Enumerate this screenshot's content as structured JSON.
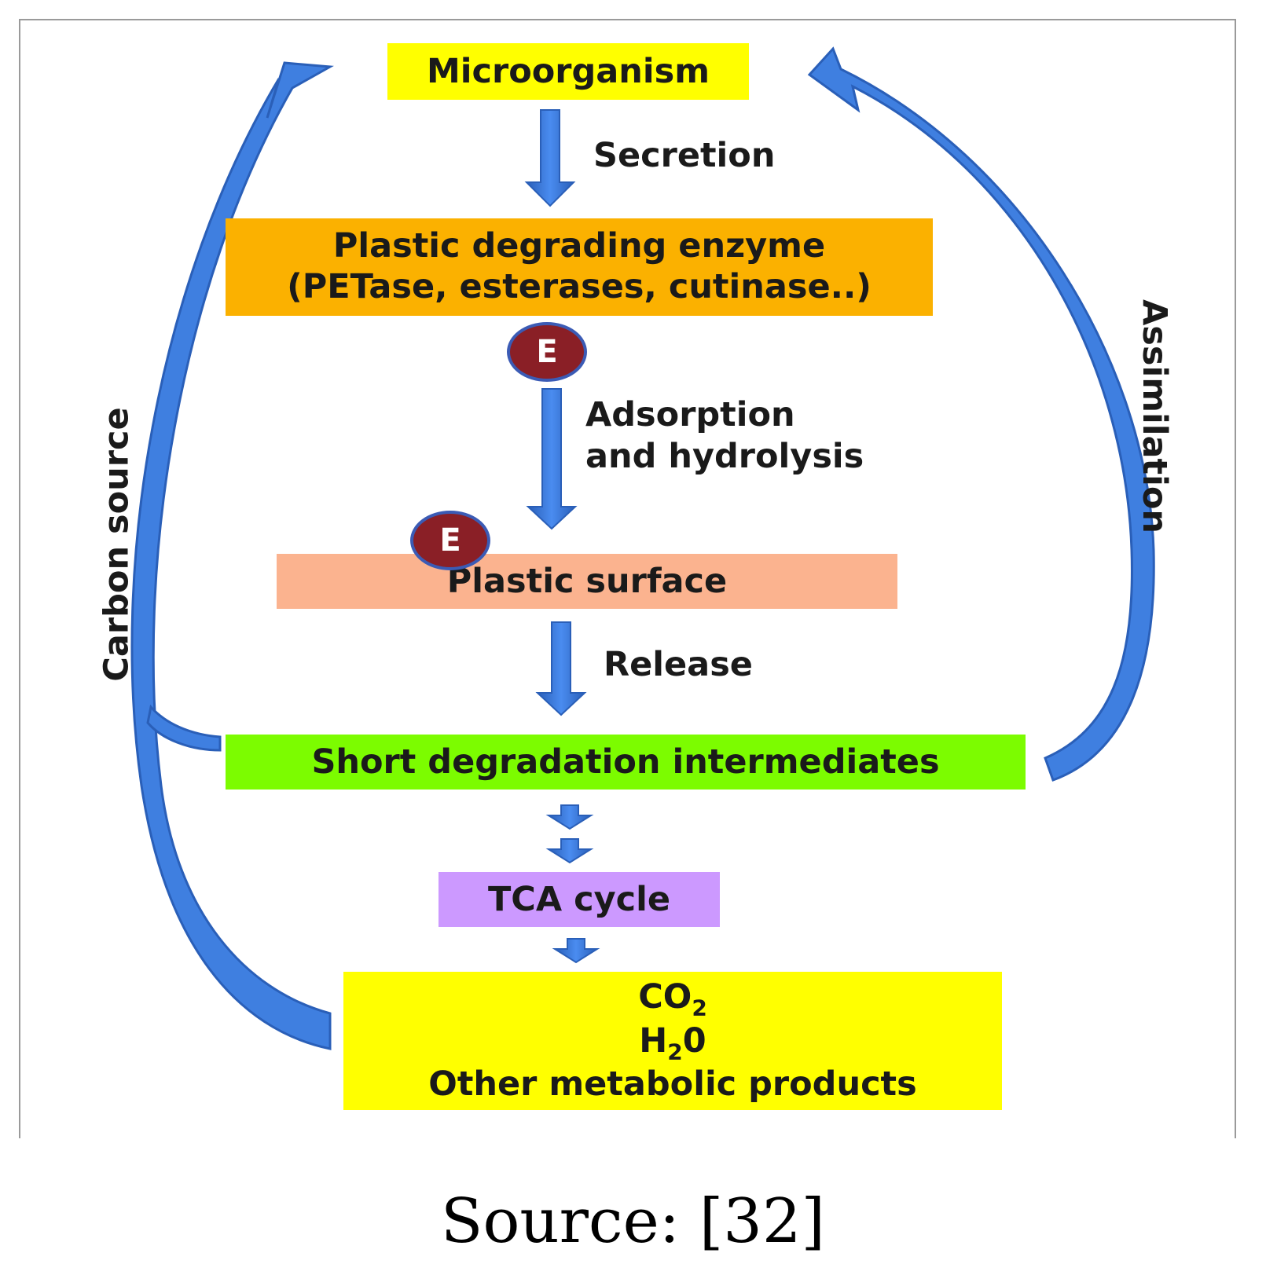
{
  "nodes": {
    "microorganism": "Microorganism",
    "enzyme_line1": "Plastic degrading enzyme",
    "enzyme_line2": "(PETase, esterases, cutinase..)",
    "plastic_surface": "Plastic surface",
    "intermediates": "Short degradation intermediates",
    "tca": "TCA cycle",
    "products_line1": "CO",
    "products_line1_sub": "2",
    "products_line2": "H",
    "products_line2_sub": "2",
    "products_line2_tail": "0",
    "products_line3": "Other metabolic products"
  },
  "edges": {
    "secretion": "Secretion",
    "adsorption_line1": "Adsorption",
    "adsorption_line2": "and hydrolysis",
    "release": "Release",
    "carbon_source": "Carbon source",
    "assimilation": "Assimilation"
  },
  "enzyme_marker": "E",
  "source": "Source: [32]",
  "colors": {
    "arrow": "#3f7fe0",
    "arrow_dark": "#2a5fb8",
    "microorganism_fill": "#ffff00",
    "enzyme_fill": "#fbb100",
    "surface_fill": "#fbb38f",
    "intermediates_fill": "#7cfc00",
    "tca_fill": "#cc99ff",
    "products_fill": "#ffff00",
    "enzyme_circle": "#8a1f26"
  }
}
